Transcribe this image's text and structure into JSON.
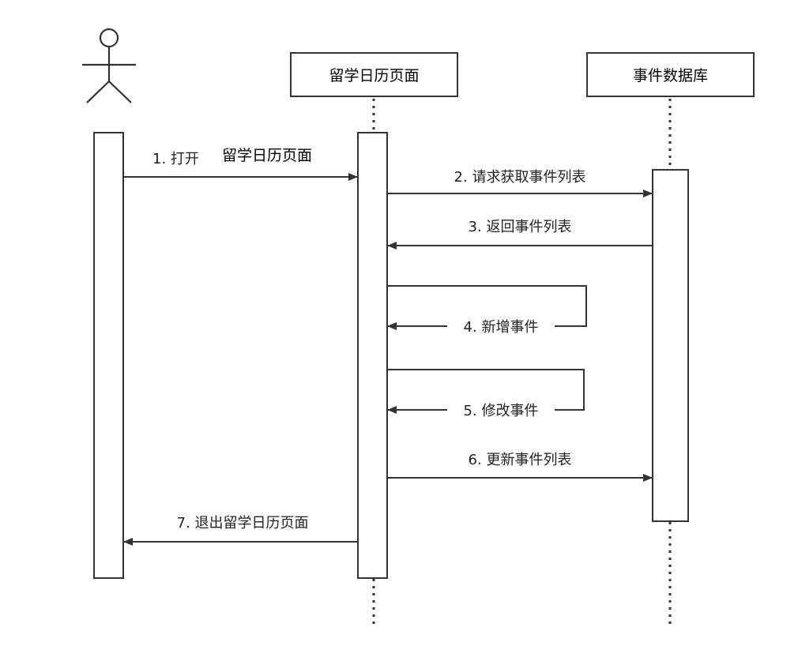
{
  "participants": {
    "page": {
      "label": "留学日历页面"
    },
    "database": {
      "label": "事件数据库"
    }
  },
  "messages": [
    {
      "id": "m1",
      "prefix": "1. 打开",
      "suffix": "留学日历页面"
    },
    {
      "id": "m2",
      "label": "2. 请求获取事件列表"
    },
    {
      "id": "m3",
      "label": "3. 返回事件列表"
    },
    {
      "id": "m4",
      "label": "4. 新增事件"
    },
    {
      "id": "m5",
      "label": "5. 修改事件"
    },
    {
      "id": "m6",
      "label": "6. 更新事件列表"
    },
    {
      "id": "m7",
      "label": "7. 退出留学日历页面"
    }
  ]
}
